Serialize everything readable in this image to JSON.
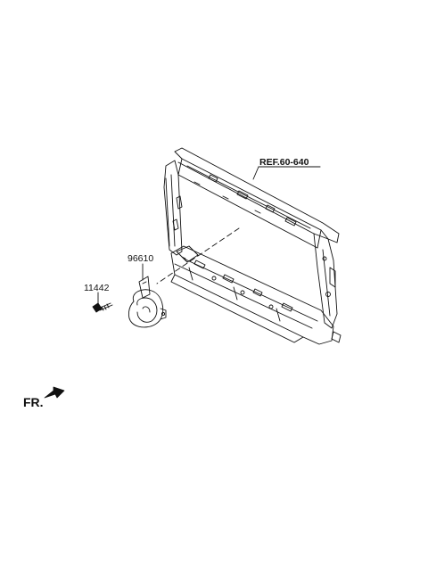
{
  "callouts": {
    "ref": "REF.60-640",
    "horn": "96610",
    "bolt": "11442"
  },
  "direction": {
    "label": "FR.",
    "icon": "arrow-icon"
  }
}
